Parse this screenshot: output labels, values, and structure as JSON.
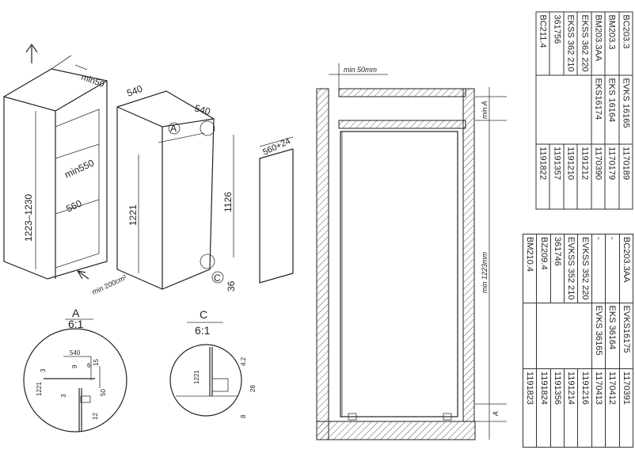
{
  "drawing": {
    "cabinet_labels": {
      "min_top": "min50",
      "height_range": "1223–1230",
      "depth_min": "min550",
      "width": "560",
      "vent": "min 200cm²"
    },
    "fridge_labels": {
      "depth": "540",
      "width": "540",
      "height": "1221",
      "hinge_height": "1126",
      "bottom": "36",
      "marker_a": "A",
      "marker_c": "C"
    },
    "door_label": "560+24",
    "detail_a": {
      "title": "A",
      "scale": "6:1",
      "dims": [
        "540",
        "9",
        "6",
        "15",
        "3",
        "1221",
        "3",
        "50",
        "12"
      ]
    },
    "detail_c": {
      "title": "C",
      "scale": "6:1",
      "dims": [
        "1221",
        "4.2",
        "28",
        "8"
      ]
    },
    "section": {
      "top_gap": "min 50mm",
      "min_a": "min A",
      "min_height": "min 1223mm",
      "a": "A"
    }
  },
  "table_top": {
    "rows": [
      [
        "BC203.3",
        "EVKS 16165",
        "1170189"
      ],
      [
        "BM203.3",
        "EKS 16164",
        "1170179"
      ],
      [
        "BM203.3AA",
        "EKS16174",
        "1170390"
      ],
      [
        "EKSS 362 220",
        "",
        "1191212"
      ],
      [
        "EKSS 362 210",
        "",
        "1191210"
      ],
      [
        "361756",
        "",
        "1191357"
      ],
      [
        "BC211.4",
        "",
        "1191822"
      ]
    ]
  },
  "table_bottom": {
    "rows": [
      [
        "BC203.3AA",
        "EVKS16175",
        "1170391"
      ],
      [
        "-",
        "EKS 36164",
        "1170412"
      ],
      [
        "-",
        "EVKS 36165",
        "1170413"
      ],
      [
        "EVKSS 352 220",
        "",
        "1191216"
      ],
      [
        "EVKSS 352 210",
        "",
        "1191214"
      ],
      [
        "361746",
        "",
        "1191356"
      ],
      [
        "BZ209.4",
        "",
        "1191824"
      ],
      [
        "BM210.4",
        "",
        "1191823"
      ]
    ]
  }
}
